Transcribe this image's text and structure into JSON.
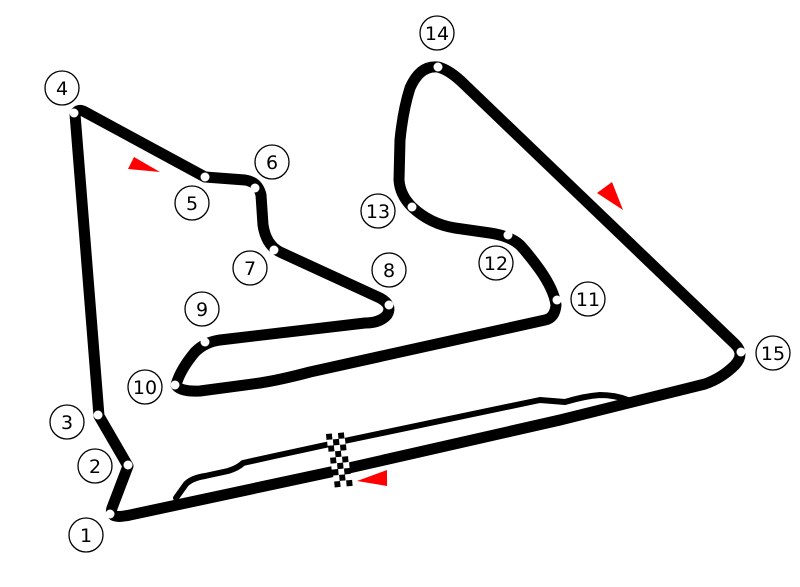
{
  "colors": {
    "track": "#000000",
    "arrow": "#ff0000",
    "background": "#ffffff",
    "corner_dot": "#ffffff"
  },
  "icons": {
    "direction": "red-triangle-arrow",
    "finish": "checkered-flag"
  },
  "corners": [
    {
      "label": "1"
    },
    {
      "label": "2"
    },
    {
      "label": "3"
    },
    {
      "label": "4"
    },
    {
      "label": "5"
    },
    {
      "label": "6"
    },
    {
      "label": "7"
    },
    {
      "label": "8"
    },
    {
      "label": "9"
    },
    {
      "label": "10"
    },
    {
      "label": "11"
    },
    {
      "label": "12"
    },
    {
      "label": "13"
    },
    {
      "label": "14"
    },
    {
      "label": "15"
    }
  ]
}
